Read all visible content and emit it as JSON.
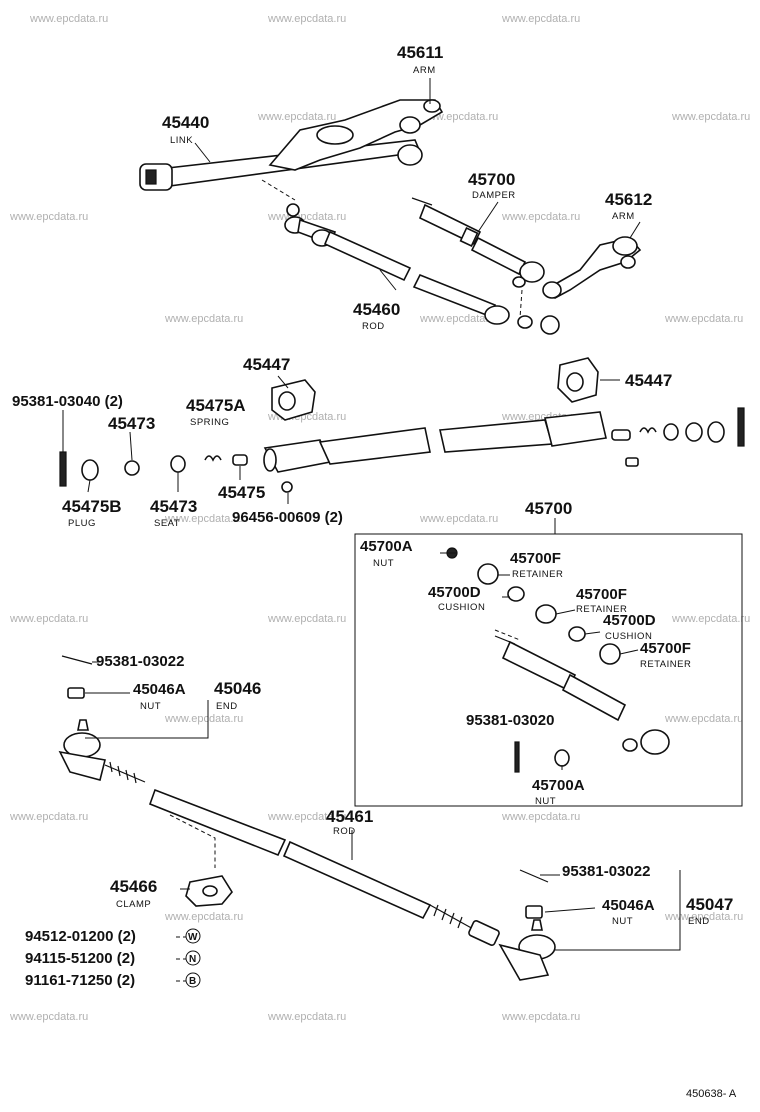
{
  "watermark": "www.epcdata.ru",
  "diagram_code": "450638- A",
  "callouts": {
    "p45611": {
      "number": "45611",
      "name": "ARM"
    },
    "p45440": {
      "number": "45440",
      "name": "LINK"
    },
    "p45700_top": {
      "number": "45700",
      "name": "DAMPER"
    },
    "p45612": {
      "number": "45612",
      "name": "ARM"
    },
    "p45460": {
      "number": "45460",
      "name": "ROD"
    },
    "p45447_left": {
      "number": "45447"
    },
    "p45447_right": {
      "number": "45447"
    },
    "p95381_03040": {
      "number": "95381-03040 (2)"
    },
    "p45475A": {
      "number": "45475A",
      "name": "SPRING"
    },
    "p45473_top": {
      "number": "45473"
    },
    "p45475B": {
      "number": "45475B",
      "name": "PLUG"
    },
    "p45473_bottom": {
      "number": "45473",
      "name": "SEAT"
    },
    "p45475": {
      "number": "45475"
    },
    "p96456": {
      "number": "96456-00609 (2)"
    },
    "p45700_box": {
      "number": "45700"
    },
    "p45700A_top": {
      "number": "45700A",
      "name": "NUT"
    },
    "p45700F_1": {
      "number": "45700F",
      "name": "RETAINER"
    },
    "p45700D_1": {
      "number": "45700D",
      "name": "CUSHION"
    },
    "p45700F_2": {
      "number": "45700F",
      "name": "RETAINER"
    },
    "p45700D_2": {
      "number": "45700D",
      "name": "CUSHION"
    },
    "p45700F_3": {
      "number": "45700F",
      "name": "RETAINER"
    },
    "p95381_03020": {
      "number": "95381-03020"
    },
    "p45700A_bottom": {
      "number": "45700A",
      "name": "NUT"
    },
    "p95381_03022_left": {
      "number": "95381-03022"
    },
    "p45046A_left": {
      "number": "45046A",
      "name": "NUT"
    },
    "p45046": {
      "number": "45046",
      "name": "END"
    },
    "p45461": {
      "number": "45461",
      "name": "ROD"
    },
    "p45466": {
      "number": "45466",
      "name": "CLAMP"
    },
    "p94512": {
      "number": "94512-01200 (2)",
      "symbol": "W"
    },
    "p94115": {
      "number": "94115-51200 (2)",
      "symbol": "N"
    },
    "p91161": {
      "number": "91161-71250 (2)",
      "symbol": "B"
    },
    "p95381_03022_right": {
      "number": "95381-03022"
    },
    "p45046A_right": {
      "number": "45046A",
      "name": "NUT"
    },
    "p45047": {
      "number": "45047",
      "name": "END"
    }
  }
}
